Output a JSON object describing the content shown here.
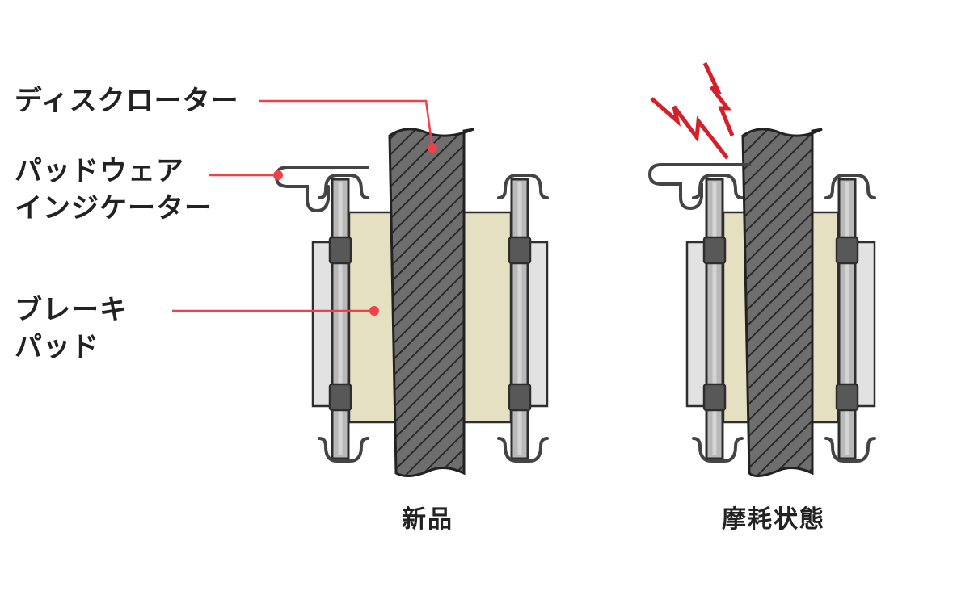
{
  "labels": {
    "disc_rotor": "ディスクローター",
    "wear_indicator_line1": "パッドウェア",
    "wear_indicator_line2": "インジケーター",
    "brake_pad_line1": "ブレーキ",
    "brake_pad_line2": "パッド"
  },
  "captions": {
    "new": "新品",
    "worn": "摩耗状態"
  },
  "colors": {
    "leader": "#f0414a",
    "rotor": "#6e6e6e",
    "pad": "#e6e0c2",
    "pin": "#b9b9b9",
    "outline": "#2e2e2e",
    "spark": "#d4202a"
  }
}
